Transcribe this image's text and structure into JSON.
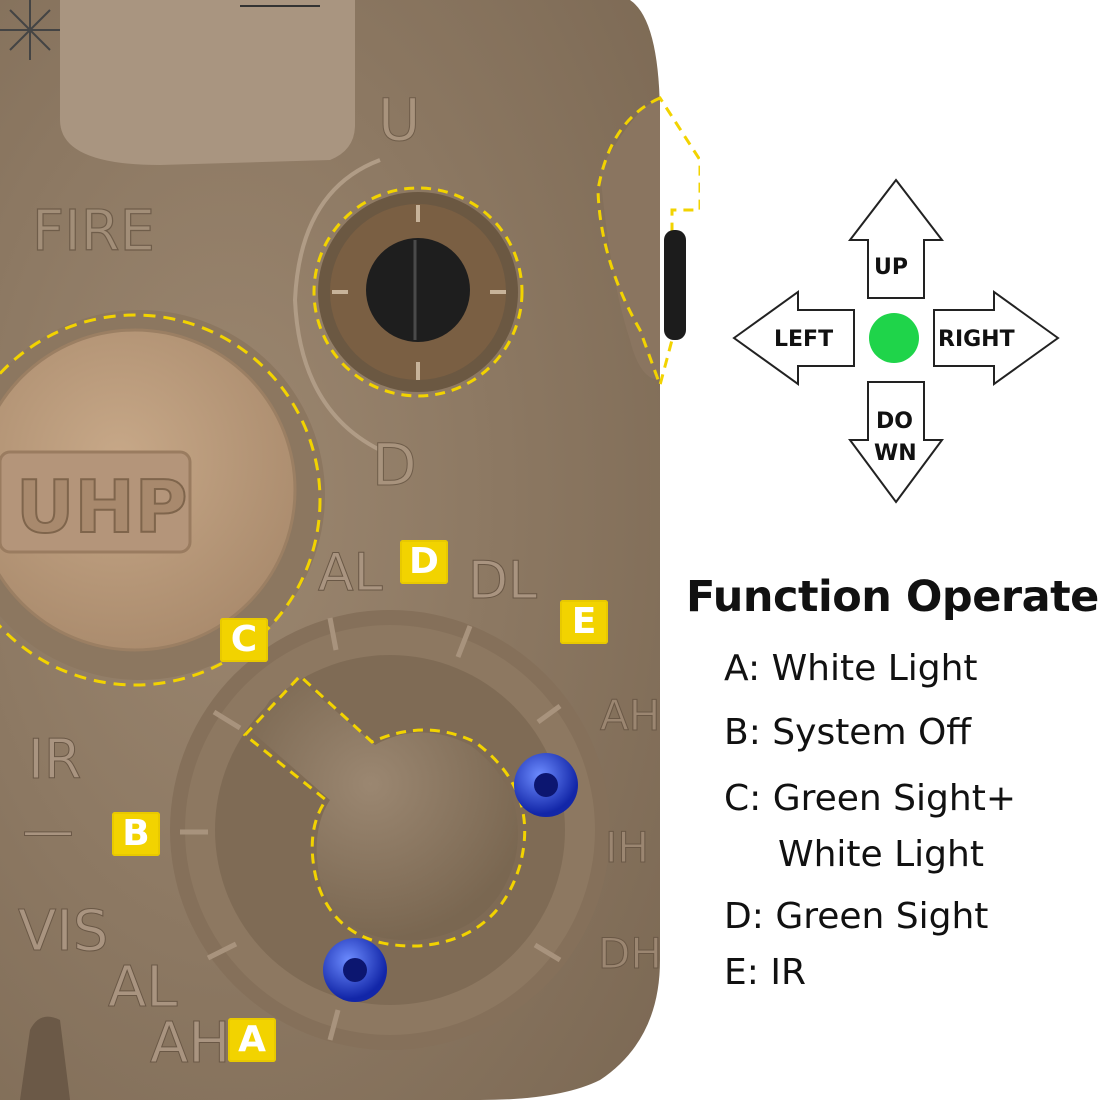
{
  "device": {
    "fire_label": "FIRE",
    "uhp_label": "UHP",
    "adjust_up": "U",
    "adjust_down": "D",
    "mode_labels": {
      "al_top": "AL",
      "dl": "DL",
      "ah_right": "AH",
      "ih": "IH",
      "dh": "DH",
      "ir": "IR",
      "off_mark": "—",
      "vis": "VIS",
      "al_bottom": "AL",
      "ah_bottom": "AH"
    },
    "badges": {
      "a": "A",
      "b": "B",
      "c": "C",
      "d": "D",
      "e": "E"
    },
    "colors": {
      "housing": "#8f7a62",
      "cap": "#b8997c",
      "screw": "#1f3fd0",
      "highlight": "#f2d300"
    }
  },
  "direction_guide": {
    "up": "UP",
    "left": "LEFT",
    "right": "RIGHT",
    "down_line1": "DO",
    "down_line2": "WN",
    "center_color": "#1fd44a"
  },
  "legend": {
    "title": "Function Operates",
    "items": [
      {
        "key": "A:",
        "text": "White Light"
      },
      {
        "key": "B:",
        "text": "System Off"
      },
      {
        "key": "C:",
        "text": "Green Sight+"
      },
      {
        "key": "",
        "text": "White Light"
      },
      {
        "key": "D:",
        "text": "Green Sight"
      },
      {
        "key": "E:",
        "text": "IR"
      }
    ]
  }
}
